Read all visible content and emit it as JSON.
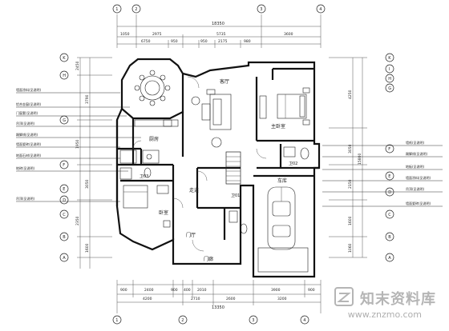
{
  "dimensions": {
    "top_total": "18350",
    "top_segments_a": [
      "1050",
      "2975",
      "5735",
      "3600"
    ],
    "top_segments_b": [
      "6750",
      "950",
      "950",
      "2175",
      "980"
    ],
    "bottom_segments_a": [
      "900",
      "2400",
      "900",
      "400",
      "2010",
      "3900",
      "900"
    ],
    "bottom_segments_b": [
      "4200",
      "2710",
      "2600",
      "3200"
    ],
    "bottom_total": "13350",
    "left_dims": [
      "2450",
      "3790",
      "1950",
      "3050",
      "2350",
      "1600"
    ],
    "right_dims": [
      "4250",
      "3050",
      "2150",
      "1600",
      "1060",
      "15800"
    ]
  },
  "grid_labels": {
    "top": [
      "1",
      "2",
      "3",
      "4"
    ],
    "bottom": [
      "1",
      "2",
      "3",
      "4"
    ],
    "left": [
      "K",
      "H",
      "G",
      "F",
      "E",
      "D",
      "C",
      "B",
      "A"
    ],
    "right": [
      "K",
      "I",
      "H",
      "G",
      "F",
      "E",
      "D",
      "C",
      "B",
      "A"
    ]
  },
  "rooms": {
    "living": "客厅",
    "master": "主卧室",
    "bedroom": "卧室",
    "kitchen": "厨房",
    "garage": "车库",
    "hall": "门厅",
    "toilet_1": "卫01",
    "toilet_2": "卫02",
    "toilet_3": "卫03",
    "corridor": "走道",
    "entrance": "门廊"
  },
  "annotations": {
    "left_notes": [
      "墙面涂料(见说明)",
      "铝合金窗(见说明)",
      "门窗套(见说明)",
      "吊顶(见说明)",
      "踢脚线(见说明)",
      "墙面瓷砖(见说明)",
      "地面石材(见说明)",
      "地砖(见说明)",
      "吊顶(见说明)"
    ],
    "right_notes": [
      "墙纸(见说明)",
      "踢脚线(见说明)",
      "地板(见说明)",
      "墙面涂料(见说明)",
      "吊顶(见说明)",
      "墙面瓷砖(见说明)"
    ]
  },
  "watermark": {
    "brand": "知末资料库",
    "url": "www.znzmo.com"
  }
}
